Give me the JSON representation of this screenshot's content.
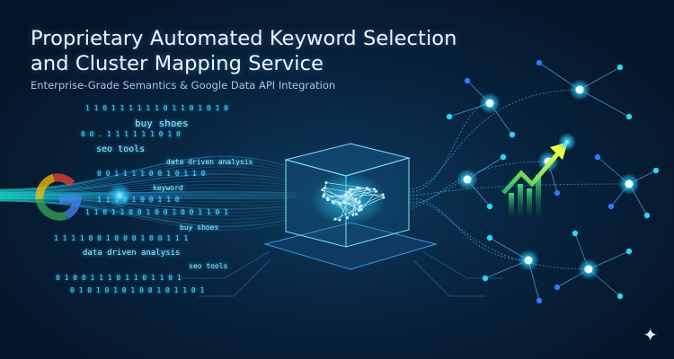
{
  "header": {
    "title_line1": "Proprietary Automated Keyword Selection",
    "title_line2": "and Cluster Mapping Service",
    "subtitle": "Enterprise-Grade Semantics & Google Data API Integration"
  },
  "data_stream": {
    "keywords": [
      "buy shoes",
      "seo tools",
      "data driven analysis",
      "keyword",
      "data driven analysis",
      "buy shoes",
      "seo tools"
    ],
    "binary": [
      "1 1 0 1 1 1 1 1 1 0 1 1 0 1 0 1 0",
      "0  0 . 1 1 1 1 1 1 0 1 0",
      "0 0 1 1  1 1 0 0 1  0 1 1 0",
      "1 1  1 0 1 0 0 1 1 0",
      "1  1  0 1 1 0 0 1 0 0 1 0 0 1 1 0 1",
      "1 1 1  1 0 0 1 0 0 0 1 0 0 1 1 1",
      "0   1 0   0 1 1 1 0 1 1 0 1 1 0 1",
      "0   1  0 1 0 1 0 1 0 0 1 0 1 1 0 1"
    ]
  },
  "colors": {
    "accent": "#28d7ff",
    "background": "#071a2e",
    "arrow": "#b6f23a"
  },
  "icons": [
    "google-logo",
    "ai-brain-cube",
    "keyword-cluster-network",
    "growth-chart-arrow",
    "sparkle-icon"
  ]
}
